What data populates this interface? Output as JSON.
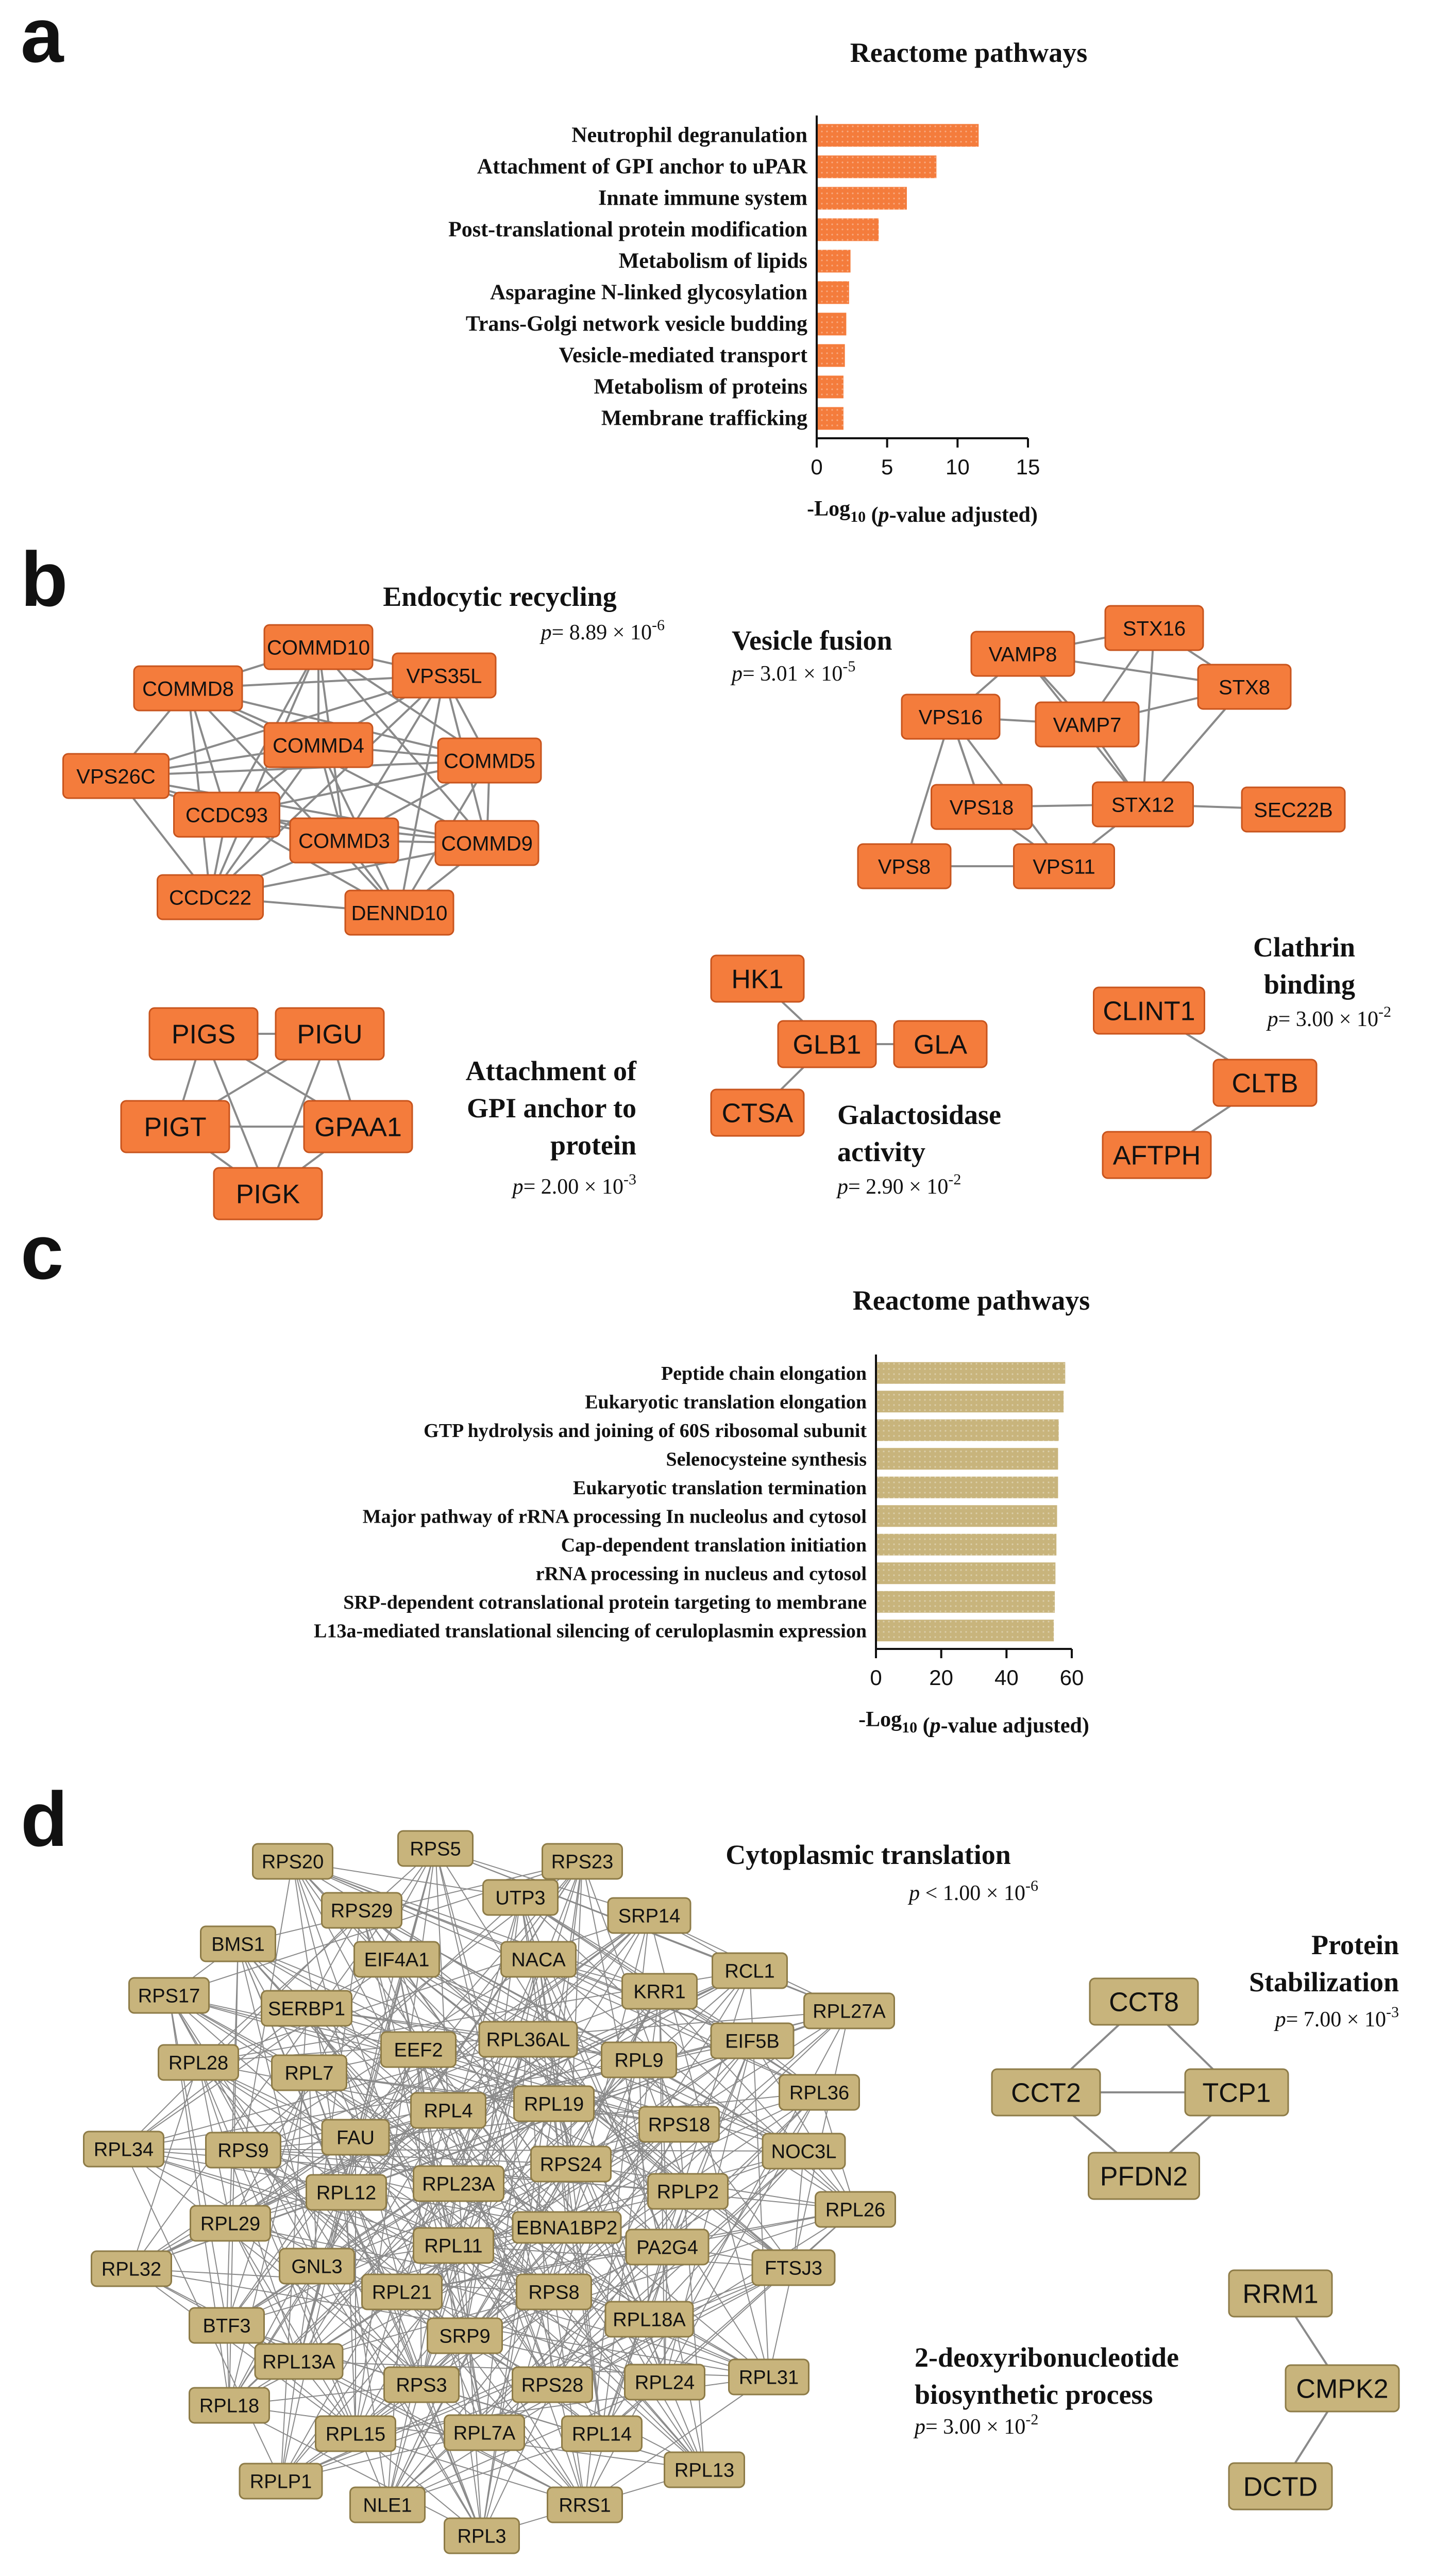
{
  "panel_letters": {
    "a": "a",
    "b": "b",
    "c": "c",
    "d": "d"
  },
  "colors": {
    "orange_fill": "#f47c3c",
    "orange_stroke": "#c8541d",
    "tan_fill": "#c8b47c",
    "tan_stroke": "#8d7b47",
    "edge": "#8a8a8a"
  },
  "chart_data": [
    {
      "type": "bar",
      "orientation": "horizontal",
      "title": "Reactome pathways",
      "xlabel": "-Log10 (p-value adjusted)",
      "xlim": [
        0,
        15
      ],
      "xticks": [
        0,
        5,
        10,
        15
      ],
      "categories": [
        "Neutrophil degranulation",
        "Attachment of GPI anchor to uPAR",
        "Innate immune system",
        "Post-translational protein modification",
        "Metabolism of lipids",
        "Asparagine N-linked glycosylation",
        "Trans-Golgi network vesicle budding",
        "Vesicle-mediated transport",
        "Metabolism of proteins",
        "Membrane trafficking"
      ],
      "values": [
        11.5,
        8.5,
        6.4,
        4.4,
        2.4,
        2.3,
        2.1,
        2.0,
        1.9,
        1.9
      ],
      "color": "#f47c3c"
    },
    {
      "type": "bar",
      "orientation": "horizontal",
      "title": "Reactome pathways",
      "xlabel": "-Log10 (p-value adjusted)",
      "xlim": [
        0,
        60
      ],
      "xticks": [
        0,
        20,
        40,
        60
      ],
      "categories": [
        "Peptide chain elongation",
        "Eukaryotic translation elongation",
        "GTP hydrolysis and joining of 60S ribosomal subunit",
        "Selenocysteine synthesis",
        "Eukaryotic translation termination",
        "Major pathway of rRNA processing In nucleolus and cytosol",
        "Cap-dependent translation initiation",
        "rRNA processing in nucleus and cytosol",
        "SRP-dependent cotranslational protein targeting to membrane",
        "L13a-mediated translational silencing of ceruloplasmin expression"
      ],
      "values": [
        58,
        57.5,
        56,
        55.8,
        55.8,
        55.5,
        55.3,
        55,
        54.8,
        54.5
      ],
      "color": "#c8b47c"
    }
  ],
  "networks_b": [
    {
      "title": "Endocytic recycling",
      "p": "p= 8.89 × 10-6",
      "p_text": "= 8.89 × 10",
      "exp": "-6",
      "nodes": [
        "COMMD10",
        "VPS35L",
        "COMMD8",
        "COMMD4",
        "COMMD5",
        "VPS26C",
        "CCDC93",
        "COMMD3",
        "COMMD9",
        "CCDC22",
        "DENND10"
      ]
    },
    {
      "title": "Vesicle  fusion",
      "p": "p= 3.01 × 10-5",
      "p_text": "= 3.01 × 10",
      "exp": "-5",
      "nodes": [
        "STX16",
        "VAMP8",
        "STX8",
        "VPS16",
        "VAMP7",
        "VPS18",
        "STX12",
        "SEC22B",
        "VPS8",
        "VPS11"
      ]
    },
    {
      "title_lines": [
        "Attachment of",
        "GPI anchor to",
        "protein"
      ],
      "p": "p= 2.00 × 10-3",
      "p_text": "= 2.00 × 10",
      "exp": "-3",
      "nodes": [
        "PIGS",
        "PIGU",
        "PIGT",
        "GPAA1",
        "PIGK"
      ]
    },
    {
      "title_lines": [
        "Galactosidase",
        "activity"
      ],
      "p": "p= 2.90 × 10-2",
      "p_text": "= 2.90 × 10",
      "exp": "-2",
      "nodes": [
        "HK1",
        "GLB1",
        "GLA",
        "CTSA"
      ]
    },
    {
      "title_lines": [
        "Clathrin",
        "binding"
      ],
      "p": "p= 3.00 × 10-2",
      "p_text": "= 3.00 × 10",
      "exp": "-2",
      "nodes": [
        "CLINT1",
        "CLTB",
        "AFTPH"
      ]
    }
  ],
  "networks_d": [
    {
      "title": "Cytoplasmic translation",
      "p": "p < 1.00 × 10-6",
      "p_text": " < 1.00 × 10",
      "exp": "-6",
      "nodes": [
        "RPS20",
        "RPS5",
        "RPS23",
        "RPS29",
        "UTP3",
        "SRP14",
        "BMS1",
        "EIF4A1",
        "NACA",
        "RCL1",
        "RPS17",
        "SERBP1",
        "KRR1",
        "RPL27A",
        "EEF2",
        "RPL36AL",
        "EIF5B",
        "RPL28",
        "RPL7",
        "RPL9",
        "RPL36",
        "RPL4",
        "RPL19",
        "RPL34",
        "RPS9",
        "FAU",
        "RPS18",
        "NOC3L",
        "RPS24",
        "RPL12",
        "RPL23A",
        "RPLP2",
        "RPL26",
        "RPL29",
        "EBNA1BP2",
        "RPL11",
        "PA2G4",
        "RPL32",
        "GNL3",
        "FTSJ3",
        "RPL21",
        "RPS8",
        "BTF3",
        "RPL18A",
        "SRP9",
        "RPL13A",
        "RPS3",
        "RPS28",
        "RPL24",
        "RPL31",
        "RPL18",
        "RPL7A",
        "RPL14",
        "RPL15",
        "RPL13",
        "RPLP1",
        "NLE1",
        "RRS1",
        "RPL3"
      ]
    },
    {
      "title_lines": [
        "Protein",
        "Stabilization"
      ],
      "p": "p= 7.00 × 10-3",
      "p_text": "= 7.00 × 10",
      "exp": "-3",
      "nodes": [
        "CCT8",
        "CCT2",
        "TCP1",
        "PFDN2"
      ]
    },
    {
      "title_lines": [
        "2-deoxyribonucleotide",
        "biosynthetic  process"
      ],
      "p": "p= 3.00 × 10-2",
      "p_text": "= 3.00 × 10",
      "exp": "-2",
      "nodes": [
        "RRM1",
        "CMPK2",
        "DCTD"
      ]
    }
  ]
}
